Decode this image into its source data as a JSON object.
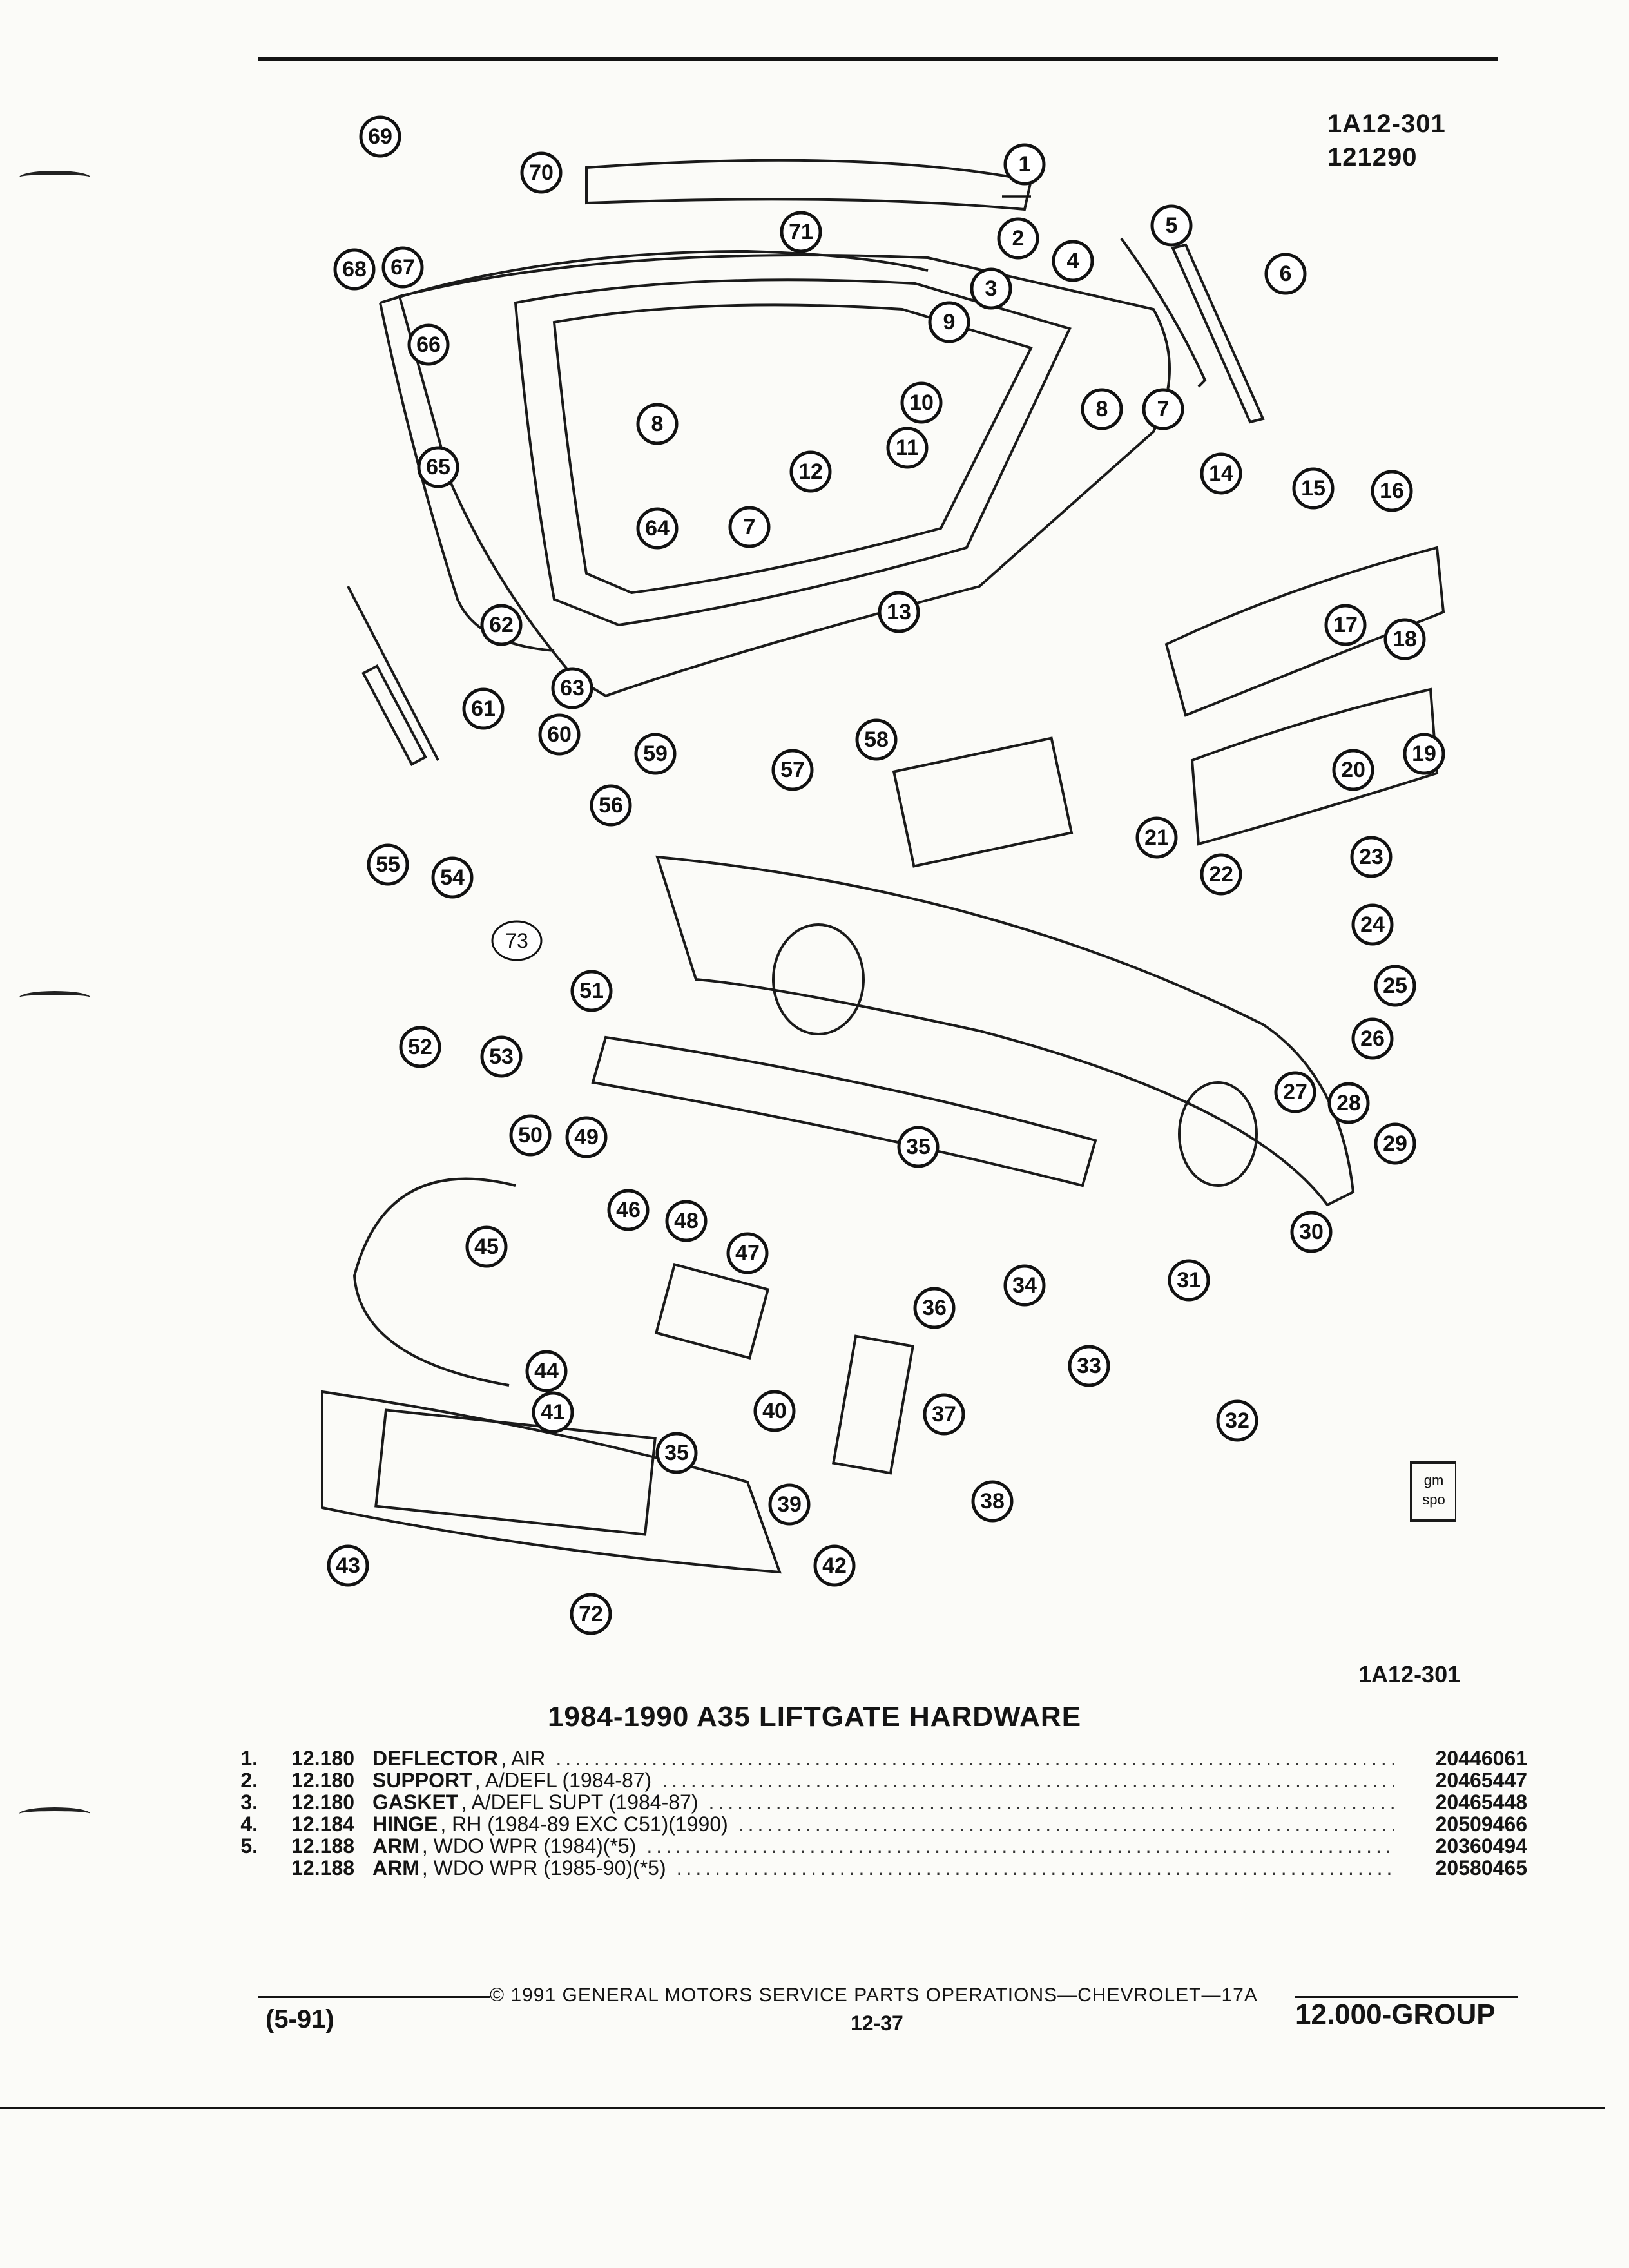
{
  "header": {
    "illustration_code": "1A12-301",
    "illustration_date": "121290"
  },
  "figure": {
    "code": "1A12-301",
    "callouts": [
      "1",
      "2",
      "3",
      "4",
      "5",
      "6",
      "7",
      "7",
      "8",
      "8",
      "9",
      "10",
      "11",
      "12",
      "13",
      "14",
      "15",
      "16",
      "17",
      "18",
      "19",
      "20",
      "21",
      "22",
      "23",
      "24",
      "25",
      "26",
      "27",
      "28",
      "29",
      "30",
      "31",
      "32",
      "33",
      "34",
      "35",
      "35",
      "36",
      "37",
      "38",
      "39",
      "40",
      "41",
      "42",
      "43",
      "44",
      "45",
      "46",
      "47",
      "48",
      "49",
      "50",
      "51",
      "52",
      "53",
      "54",
      "55",
      "56",
      "57",
      "58",
      "59",
      "60",
      "61",
      "62",
      "63",
      "64",
      "65",
      "66",
      "67",
      "68",
      "69",
      "70",
      "71",
      "72",
      "73"
    ],
    "badge_lines": [
      "gm",
      "spo"
    ]
  },
  "title": "1984-1990 A35 LIFTGATE HARDWARE",
  "parts_list": [
    {
      "num": "1.",
      "group": "12.180",
      "name": "DEFLECTOR",
      "desc": ", AIR",
      "part": "20446061"
    },
    {
      "num": "2.",
      "group": "12.180",
      "name": "SUPPORT",
      "desc": ", A/DEFL (1984-87)",
      "part": "20465447"
    },
    {
      "num": "3.",
      "group": "12.180",
      "name": "GASKET",
      "desc": ", A/DEFL SUPT (1984-87)",
      "part": "20465448"
    },
    {
      "num": "4.",
      "group": "12.184",
      "name": "HINGE",
      "desc": ", RH (1984-89 EXC C51)(1990)",
      "part": "20509466"
    },
    {
      "num": "5.",
      "group": "12.188",
      "name": "ARM",
      "desc": ", WDO WPR (1984)(*5)",
      "part": "20360494"
    },
    {
      "num": "",
      "group": "12.188",
      "name": "ARM",
      "desc": ", WDO WPR (1985-90)(*5)",
      "part": "20580465"
    }
  ],
  "footer": {
    "copyright": "© 1991 GENERAL MOTORS SERVICE PARTS OPERATIONS—CHEVROLET—17A",
    "page_number": "12-37",
    "date_code": "(5-91)",
    "group": "12.000-GROUP"
  }
}
